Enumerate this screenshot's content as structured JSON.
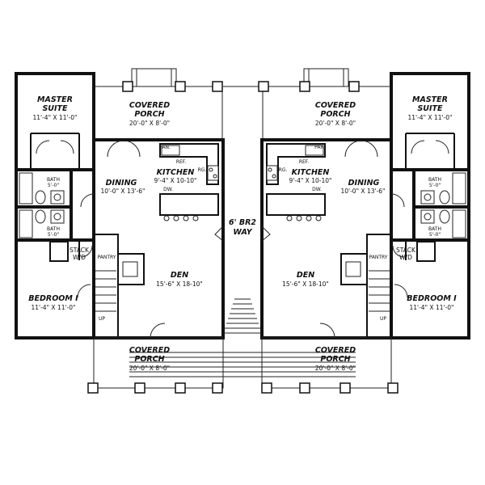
{
  "rooms": {
    "master_suite": {
      "name1": "MASTER",
      "name2": "SUITE",
      "dim": "11'-4\" X 11'-0\""
    },
    "covered_porch_rear": {
      "name1": "COVERED",
      "name2": "PORCH",
      "dim": "20'-0\" X 8'-0\""
    },
    "kitchen": {
      "name": "KITCHEN",
      "dim": "9'-4\" X 10-10\""
    },
    "dining": {
      "name": "DINING",
      "dim": "10'-0\" X 13'-6\""
    },
    "den": {
      "name": "DEN",
      "dim": "15'-6\" X 18-10\""
    },
    "bedroom": {
      "name": "BEDROOM I",
      "dim": "11'-4\" X 11'-0\""
    },
    "covered_porch_front": {
      "name1": "COVERED",
      "name2": "PORCH",
      "dim": "20'-0\" X 8'-0\""
    },
    "bath": {
      "name": "BATH",
      "dim": "5'-0\""
    },
    "stack": {
      "line1": "STACK",
      "line2": "W/D"
    },
    "pantry": "PANTRY",
    "up": "UP",
    "appliances": {
      "pan": "PAN.",
      "ref": "REF.",
      "rg": "RG.",
      "dw": "DW."
    },
    "breezeway": {
      "line1": "6' BR2",
      "line2": "WAY"
    }
  }
}
